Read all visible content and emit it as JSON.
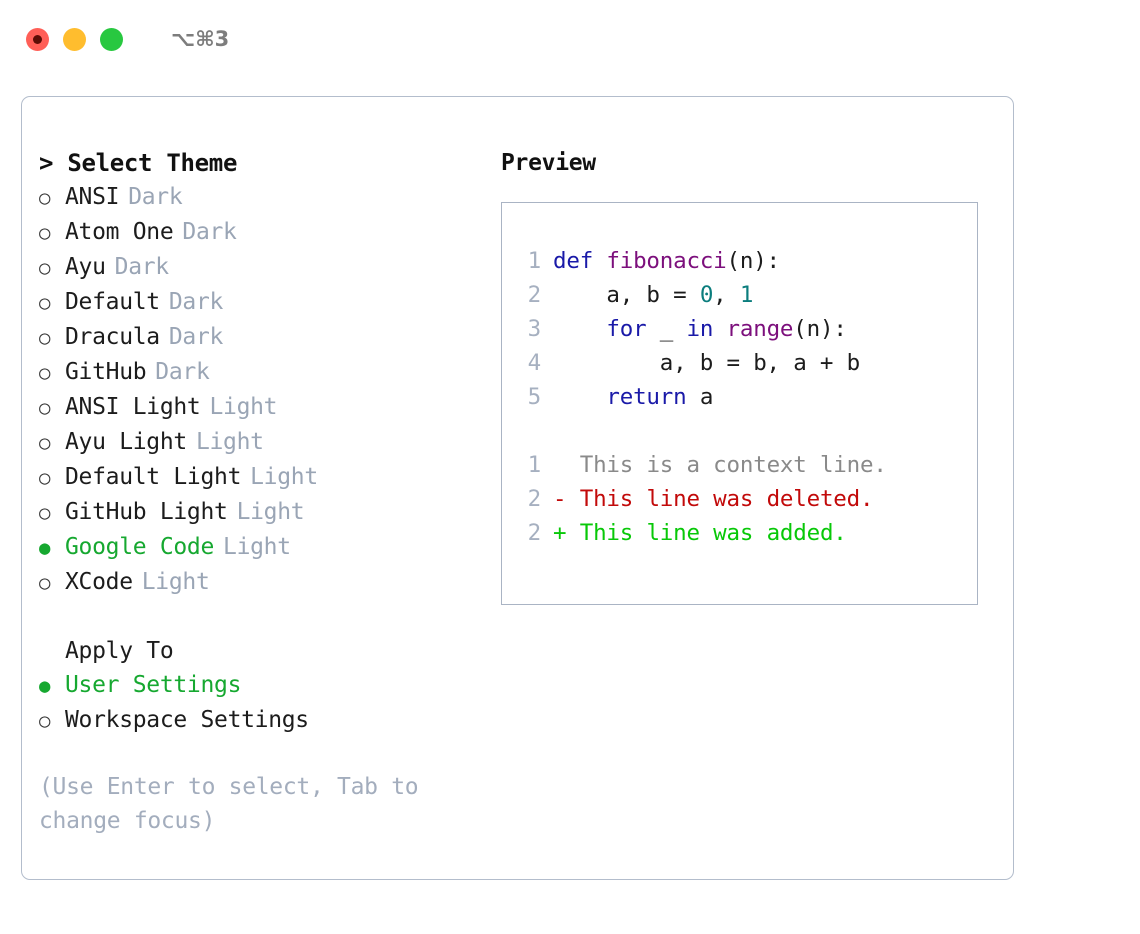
{
  "titlebar": {
    "shortcut": "⌥⌘3",
    "buttons": [
      {
        "name": "close",
        "color": "#ff5f57"
      },
      {
        "name": "minimize",
        "color": "#ffbd2e"
      },
      {
        "name": "zoom",
        "color": "#28c840"
      }
    ]
  },
  "theme_picker": {
    "prompt_prefix": ">",
    "title": "Select Theme",
    "selected_marker": "●",
    "unselected_marker": "○",
    "items": [
      {
        "marker": "○",
        "name": "ANSI",
        "category": "Dark",
        "selected": false
      },
      {
        "marker": "○",
        "name": "Atom One",
        "category": "Dark",
        "selected": false
      },
      {
        "marker": "○",
        "name": "Ayu",
        "category": "Dark",
        "selected": false
      },
      {
        "marker": "○",
        "name": "Default",
        "category": "Dark",
        "selected": false
      },
      {
        "marker": "○",
        "name": "Dracula",
        "category": "Dark",
        "selected": false
      },
      {
        "marker": "○",
        "name": "GitHub",
        "category": "Dark",
        "selected": false
      },
      {
        "marker": "○",
        "name": "ANSI Light",
        "category": "Light",
        "selected": false
      },
      {
        "marker": "○",
        "name": "Ayu Light",
        "category": "Light",
        "selected": false
      },
      {
        "marker": "○",
        "name": "Default Light",
        "category": "Light",
        "selected": false
      },
      {
        "marker": "○",
        "name": "GitHub Light",
        "category": "Light",
        "selected": false
      },
      {
        "marker": "●",
        "name": "Google Code",
        "category": "Light",
        "selected": true
      },
      {
        "marker": "○",
        "name": "XCode",
        "category": "Light",
        "selected": false
      }
    ]
  },
  "apply_to": {
    "title": "Apply To",
    "items": [
      {
        "marker": "●",
        "name": "User Settings",
        "selected": true
      },
      {
        "marker": "○",
        "name": "Workspace Settings",
        "selected": false
      }
    ]
  },
  "hint": "(Use Enter to select, Tab to change focus)",
  "preview": {
    "title": "Preview",
    "code_lines": [
      {
        "number": "1",
        "tokens": [
          {
            "text": "def ",
            "type": "kw"
          },
          {
            "text": "fibonacci",
            "type": "fn"
          },
          {
            "text": "(n):",
            "type": "plain"
          }
        ]
      },
      {
        "number": "2",
        "tokens": [
          {
            "text": "    a, b = ",
            "type": "plain"
          },
          {
            "text": "0",
            "type": "num"
          },
          {
            "text": ", ",
            "type": "plain"
          },
          {
            "text": "1",
            "type": "num"
          }
        ]
      },
      {
        "number": "3",
        "tokens": [
          {
            "text": "    ",
            "type": "plain"
          },
          {
            "text": "for",
            "type": "kw"
          },
          {
            "text": " _ ",
            "type": "plain"
          },
          {
            "text": "in",
            "type": "kw"
          },
          {
            "text": " ",
            "type": "plain"
          },
          {
            "text": "range",
            "type": "fn"
          },
          {
            "text": "(n):",
            "type": "plain"
          }
        ]
      },
      {
        "number": "4",
        "tokens": [
          {
            "text": "        a, b = b, a + b",
            "type": "plain"
          }
        ]
      },
      {
        "number": "5",
        "tokens": [
          {
            "text": "    ",
            "type": "plain"
          },
          {
            "text": "return",
            "type": "kw"
          },
          {
            "text": " a",
            "type": "plain"
          }
        ]
      }
    ],
    "diff_lines": [
      {
        "number": "1",
        "sign": " ",
        "text": "This is a context line.",
        "type": "ctx"
      },
      {
        "number": "2",
        "sign": "-",
        "text": "This line was deleted.",
        "type": "del"
      },
      {
        "number": "2",
        "sign": "+",
        "text": "This line was added.",
        "type": "add"
      }
    ]
  },
  "colors": {
    "accent_green": "#16a830",
    "muted": "#9aa5b5",
    "hint": "#a3adbd",
    "border": "#b3bdcc",
    "keyword": "#1a1aa8",
    "function": "#7c0f7c",
    "number": "#0b7d7d",
    "diff_context": "#8a8a8a",
    "diff_deleted": "#c20a0a",
    "diff_added": "#08c808"
  }
}
